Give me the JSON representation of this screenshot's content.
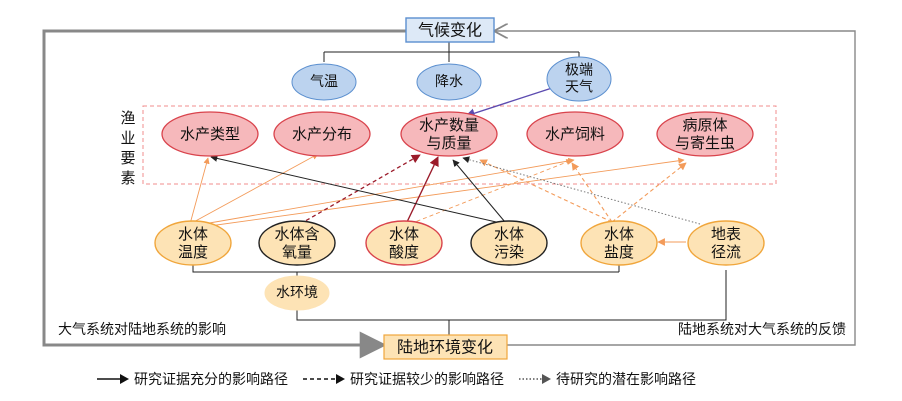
{
  "title": "气候变化",
  "bottom_title": "陆地环境变化",
  "climate_factors": [
    "气温",
    "降水",
    [
      "极端",
      "天气"
    ]
  ],
  "group_label": [
    "渔",
    "业",
    "要",
    "素"
  ],
  "fishery_elements": [
    "水产类型",
    "水产分布",
    [
      "水产数量",
      "与质量"
    ],
    "水产饲料",
    [
      "病原体",
      "与寄生虫"
    ]
  ],
  "water_factors": [
    [
      "水体",
      "温度"
    ],
    [
      "水体含",
      "氧量"
    ],
    [
      "水体",
      "酸度"
    ],
    [
      "水体",
      "污染"
    ],
    [
      "水体",
      "盐度"
    ],
    [
      "地表",
      "径流"
    ]
  ],
  "water_env": "水环境",
  "left_caption": "大气系统对陆地系统的影响",
  "right_caption": "陆地系统对大气系统的反馈",
  "legend": {
    "solid": "研究证据充分的影响路径",
    "dashed": "研究证据较少的影响路径",
    "dotted": "待研究的潜在影响路径"
  },
  "colors": {
    "title_box_fill": "#dde9f7",
    "title_box_stroke": "#5b8fcf",
    "climate_fill": "#bcd3ef",
    "climate_stroke": "#5b8fcf",
    "fishery_fill": "#f6b8bb",
    "fishery_stroke": "#d9434c",
    "dashed_box": "#f08c8c",
    "water_fill": "#fde3b5",
    "water_stroke": "#f0a63c",
    "black_stroke": "#222222",
    "bottom_box_fill": "#fde3b5",
    "bottom_box_stroke": "#f0a63c",
    "frame": "#888888",
    "orange_arrow": "#f39b5a",
    "darkred_arrow": "#9b1b2a",
    "purple_arrow": "#5c4bb0"
  }
}
